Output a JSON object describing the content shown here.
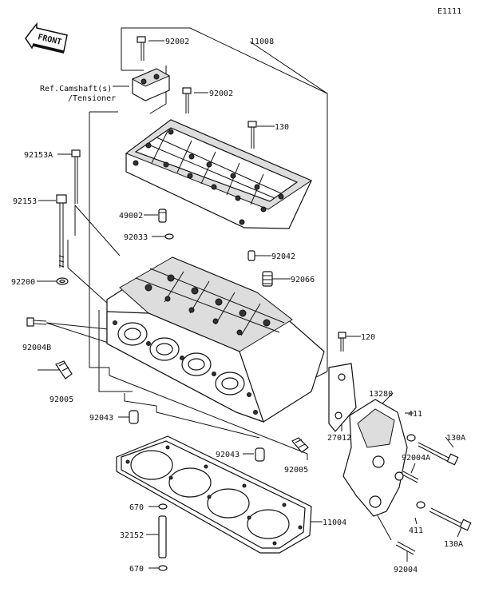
{
  "diagram_code": "E1111",
  "front_badge": "FRONT",
  "ref_note": [
    "Ref.Camshaft(s)",
    "/Tensioner"
  ],
  "labels": {
    "p92002_top": "92002",
    "p11008": "11008",
    "p92002_mid": "92002",
    "p130": "130",
    "p92153A": "92153A",
    "p92153": "92153",
    "p49002": "49002",
    "p92033": "92033",
    "p92042": "92042",
    "p92066": "92066",
    "p92200": "92200",
    "p92004B": "92004B",
    "p120": "120",
    "p92005_left": "92005",
    "p13280": "13280",
    "p92043_left": "92043",
    "p411_top": "411",
    "p130A_top": "130A",
    "p27012": "27012",
    "p92004A": "92004A",
    "p92043_mid": "92043",
    "p92005_right": "92005",
    "p670_top": "670",
    "p11004": "11004",
    "p32152": "32152",
    "p411_bottom": "411",
    "p130A_bottom": "130A",
    "p670_bottom": "670",
    "p92004": "92004"
  }
}
